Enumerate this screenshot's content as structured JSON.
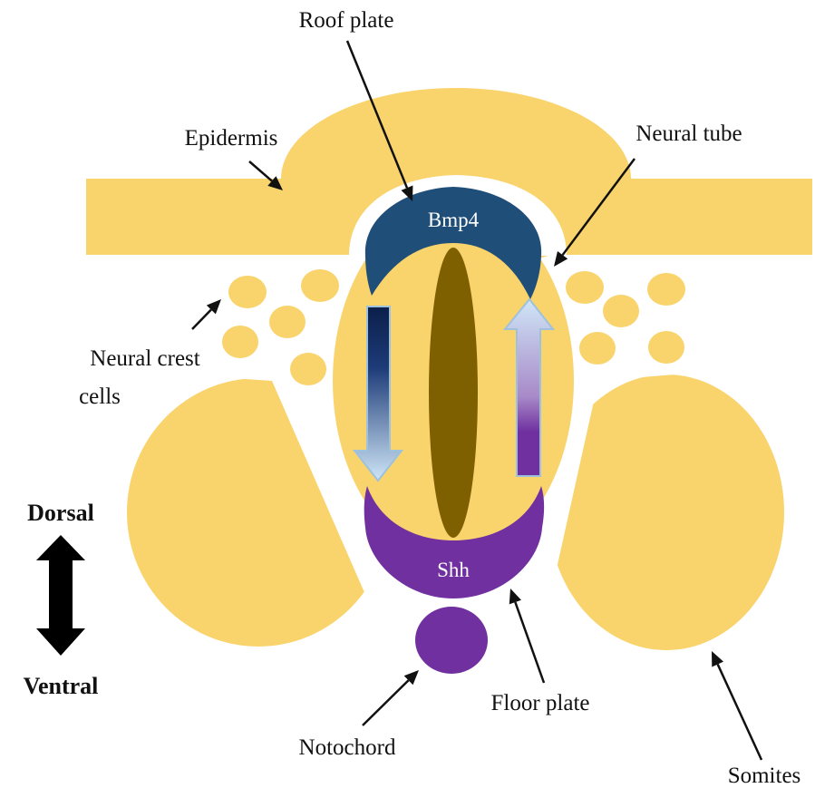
{
  "colors": {
    "tissue": "#F9D36C",
    "roof_plate": "#1F4E79",
    "floor_plate": "#7030A0",
    "lumen": "#7F6000",
    "arrow": "#111111",
    "axis_arrow": "#000000"
  },
  "labels": {
    "roof_plate": "Roof plate",
    "epidermis": "Epidermis",
    "neural_tube": "Neural tube",
    "neural_crest_line1": "Neural crest",
    "neural_crest_line2": "cells",
    "dorsal": "Dorsal",
    "ventral": "Ventral",
    "notochord": "Notochord",
    "floor_plate": "Floor plate",
    "somites": "Somites"
  },
  "signals": {
    "bmp4": "Bmp4",
    "shh": "Shh"
  }
}
